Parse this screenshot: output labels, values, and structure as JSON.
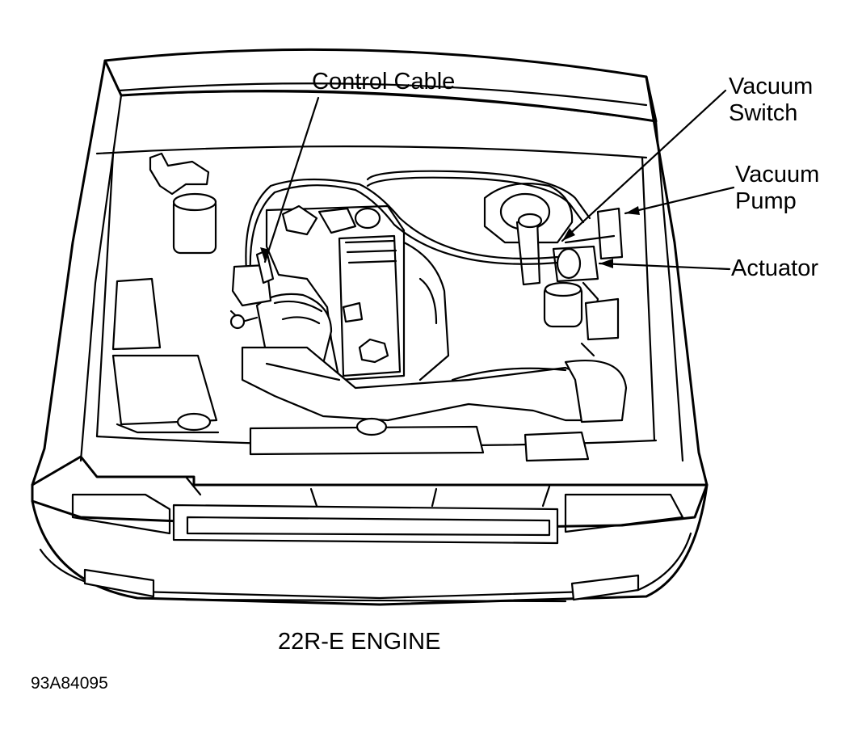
{
  "callouts": {
    "control_cable": "Control Cable",
    "vacuum_switch_line1": "Vacuum",
    "vacuum_switch_line2": "Switch",
    "vacuum_pump_line1": "Vacuum",
    "vacuum_pump_line2": "Pump",
    "actuator": "Actuator"
  },
  "caption": "22R-E ENGINE",
  "figure_id": "93A84095"
}
